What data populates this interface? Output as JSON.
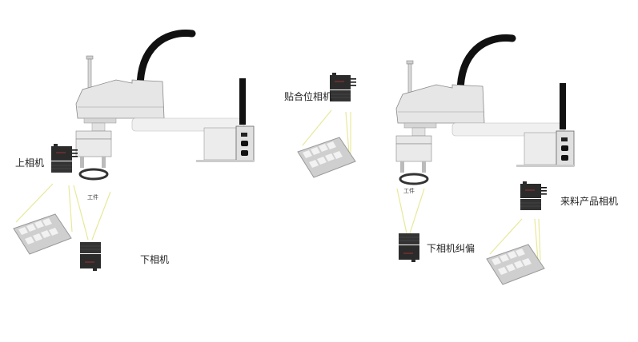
{
  "diagram": {
    "left_setup": {
      "labels": {
        "upper_camera": "上相机",
        "lower_camera": "下相机",
        "workpiece": "工件"
      }
    },
    "right_setup": {
      "labels": {
        "bonding_camera": "贴合位相机",
        "lower_camera_correction": "下相机纠偏",
        "incoming_camera": "来料产品相机",
        "workpiece": "工件"
      }
    },
    "colors": {
      "cable": "#111111",
      "robot_body": "#e6e6e6",
      "robot_outline": "#8a8a8a",
      "camera": "#2b2b2b",
      "light_beam": "#e8e89a",
      "tray": "#c9c9c9"
    }
  }
}
